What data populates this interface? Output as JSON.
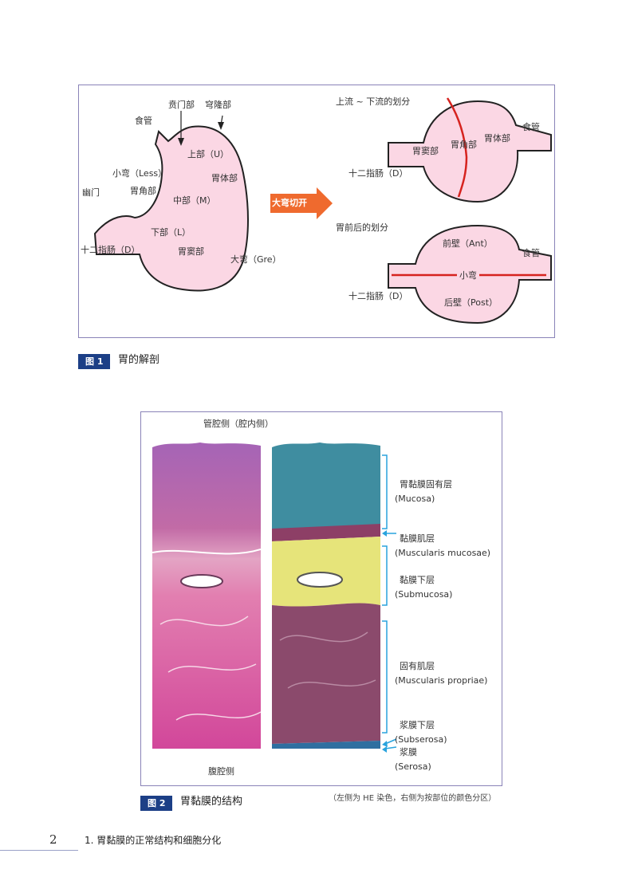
{
  "fig1": {
    "badge": "图 1",
    "caption": "胃的解剖",
    "left_labels": {
      "esophagus": "食管",
      "cardia": "贲门部",
      "fornix": "穹隆部",
      "upper": "上部（U）",
      "body": "胃体部",
      "lesser_curve": "小弯（Less）",
      "pylorus": "幽门",
      "angle": "胃角部",
      "middle": "中部（M）",
      "lower": "下部（L）",
      "duodenum": "十二指肠（D）",
      "antrum": "胃窦部",
      "greater_curve": "大弯（Gre）"
    },
    "arrow_label": "大弯切开",
    "upper_right": {
      "title": "上流 ~ 下流的划分",
      "antrum": "胃窦部",
      "angle": "胃角部",
      "body": "胃体部",
      "esophagus": "食管",
      "duodenum": "十二指肠（D）"
    },
    "lower_right": {
      "title": "胃前后的划分",
      "anterior": "前壁（Ant）",
      "esophagus": "食管",
      "lesser_curve": "小弯",
      "duodenum": "十二指肠（D）",
      "posterior": "后壁（Post）"
    },
    "colors": {
      "stomach_fill": "#fbd7e4",
      "division_line": "#d6231f",
      "arrow": "#ef6a2e"
    }
  },
  "fig2": {
    "badge": "图 2",
    "caption": "胃黏膜的结构",
    "top_label": "管腔侧（腔内侧）",
    "bottom_label": "腹腔侧",
    "layers": [
      {
        "cn": "胃黏膜固有层",
        "en": "(Mucosa)"
      },
      {
        "cn": "黏膜肌层",
        "en": "(Muscularis mucosae)"
      },
      {
        "cn": "黏膜下层",
        "en": "(Submucosa)"
      },
      {
        "cn": "固有肌层",
        "en": "(Muscularis propriae)"
      },
      {
        "cn": "浆膜下层",
        "en": "(Subserosa)"
      },
      {
        "cn": "浆膜",
        "en": "(Serosa)"
      }
    ],
    "note": "（左侧为 HE 染色，右侧为按部位的颜色分区）",
    "colors": {
      "mucosa": "#3f8da0",
      "muscularis_mucosae": "#8d3f66",
      "submucosa": "#e6e47a",
      "propria": "#8b4a6c",
      "serosa": "#2f6fa0",
      "bracket": "#29a3dd"
    }
  },
  "footer": {
    "page": "2",
    "chapter": "1. 胃黏膜的正常结构和细胞分化"
  }
}
